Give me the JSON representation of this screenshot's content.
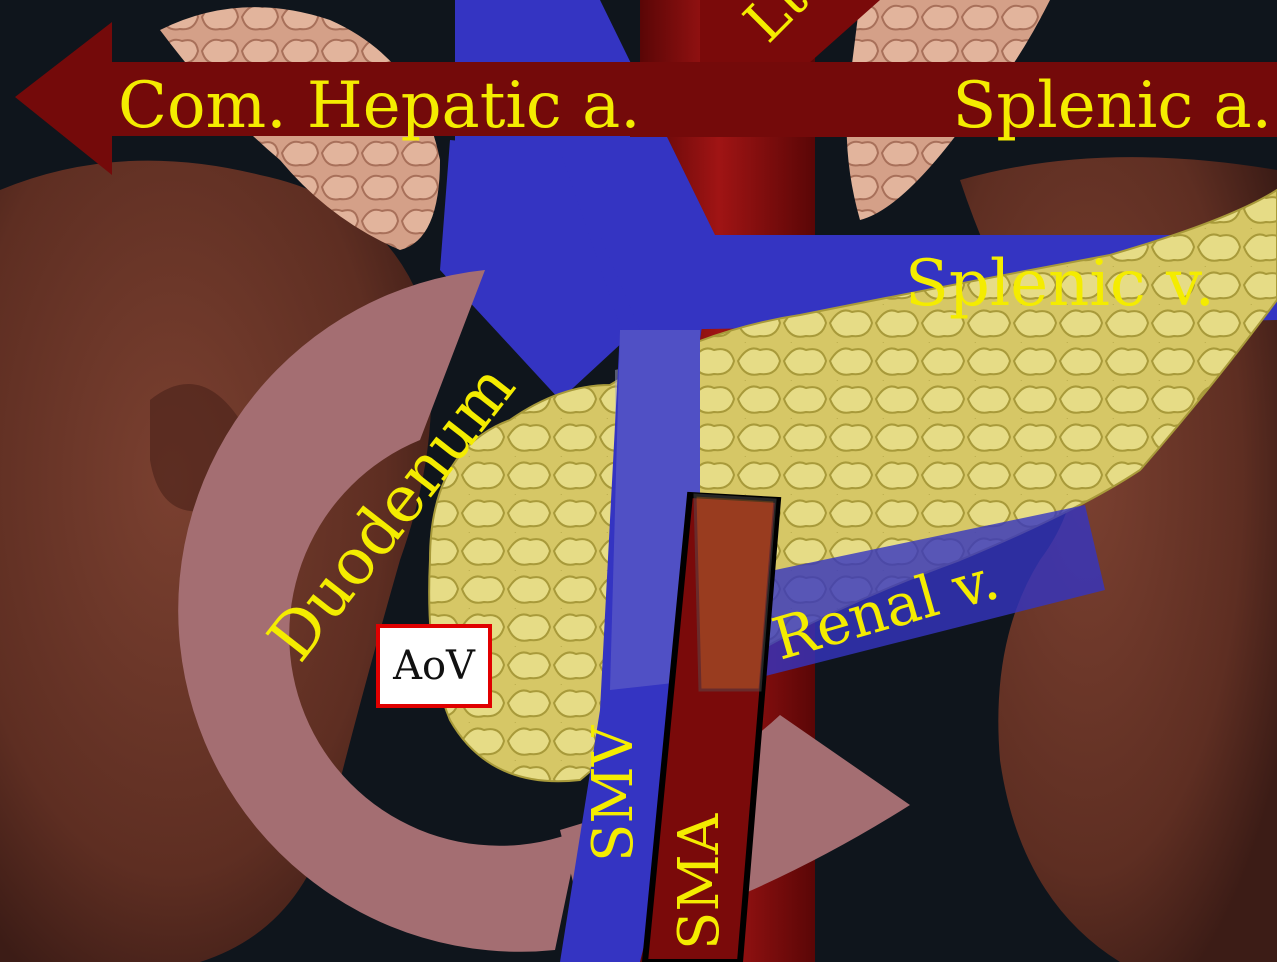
{
  "labels": {
    "com_hepatic": "Com. Hepatic a.",
    "splenic_a": "Splenic a.",
    "left_gastric_fragment": "Lt",
    "splenic_v": "Splenic v.",
    "duodenum": "Duodenum",
    "renal_v": "Renal v.",
    "smv": "SMV",
    "sma": "SMA",
    "aov": "AoV"
  },
  "colors": {
    "background": "#0f151c",
    "artery": "#7a0a0a",
    "vein": "#3333c0",
    "duodenum_band": "#a46e72",
    "pancreas": "#d8cc6a",
    "kidney": "#6a3428",
    "label_text": "#f4ec00",
    "aov_border": "#e00000"
  }
}
